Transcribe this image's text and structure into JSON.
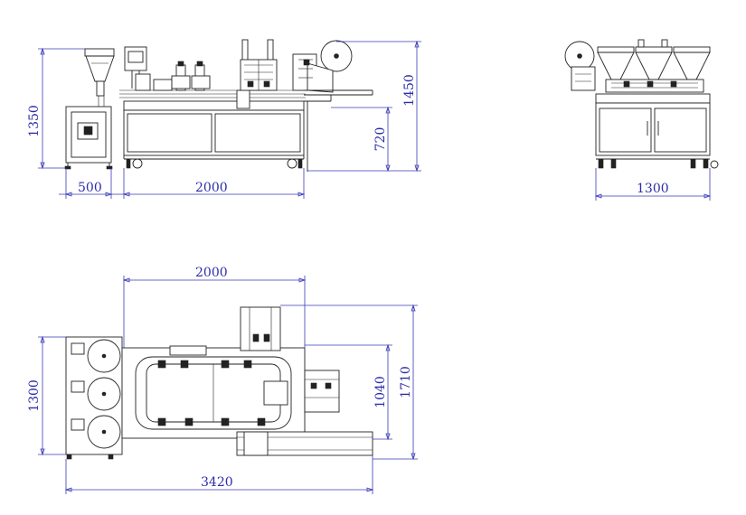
{
  "front_view": {
    "dims": {
      "inlet_width": "500",
      "height_total": "1350",
      "frame_length": "2000",
      "height_table": "720",
      "height_max": "1450"
    }
  },
  "side_view": {
    "dims": {
      "width": "1300"
    }
  },
  "top_view": {
    "dims": {
      "top_length": "2000",
      "depth": "1300",
      "track_width": "1040",
      "depth_total": "1710",
      "total_length": "3420"
    }
  },
  "colors": {
    "dimension": "#2c2caa",
    "line": "#222222",
    "background": "#ffffff"
  }
}
